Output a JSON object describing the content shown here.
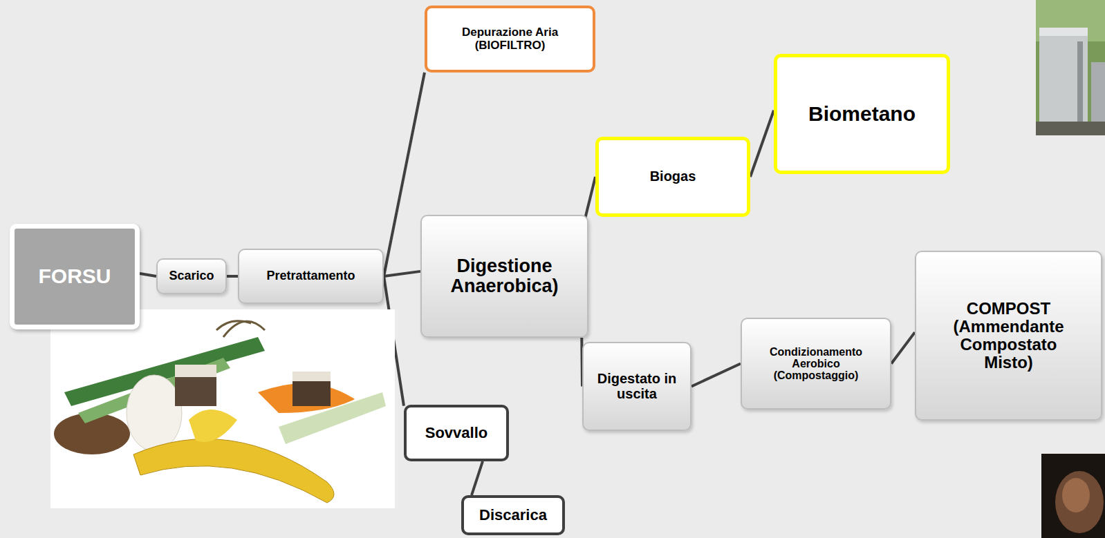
{
  "diagram": {
    "nodes": [
      {
        "text": [
          "FORSU"
        ]
      },
      {
        "text": [
          "Scarico"
        ]
      },
      {
        "text": [
          "Pretrattamento"
        ]
      },
      {
        "text": [
          "Depurazione Aria (BIOFILTRO)"
        ]
      },
      {
        "text": [
          "Digestione Anaerobica)"
        ]
      },
      {
        "text": [
          "Biogas"
        ]
      },
      {
        "text": [
          "Biometano"
        ]
      },
      {
        "text": [
          "Digestato in uscita"
        ]
      },
      {
        "text": [
          "Condizionamento Aerobico (Compostaggio)"
        ]
      },
      {
        "text": [
          "COMPOST (Ammendante Compostato Misto)"
        ]
      },
      {
        "text": [
          "Sovvallo"
        ]
      },
      {
        "text": [
          "Discarica"
        ]
      }
    ],
    "edges": [
      {
        "from": 0,
        "to": 1,
        "arrow": "none"
      },
      {
        "from": 1,
        "to": 2,
        "arrow": "none"
      },
      {
        "from": 2,
        "to": 3,
        "arrow": "none"
      },
      {
        "from": 2,
        "to": 4,
        "arrow": "none"
      },
      {
        "from": 2,
        "to": 10,
        "arrow": "none"
      },
      {
        "from": 4,
        "to": 5,
        "arrow": "none"
      },
      {
        "from": 5,
        "to": 6,
        "arrow": "none"
      },
      {
        "from": 4,
        "to": 7,
        "arrow": "none"
      },
      {
        "from": 7,
        "to": 8,
        "arrow": "none"
      },
      {
        "from": 8,
        "to": 9,
        "arrow": "none"
      },
      {
        "from": 10,
        "to": 11,
        "arrow": "none"
      }
    ]
  }
}
